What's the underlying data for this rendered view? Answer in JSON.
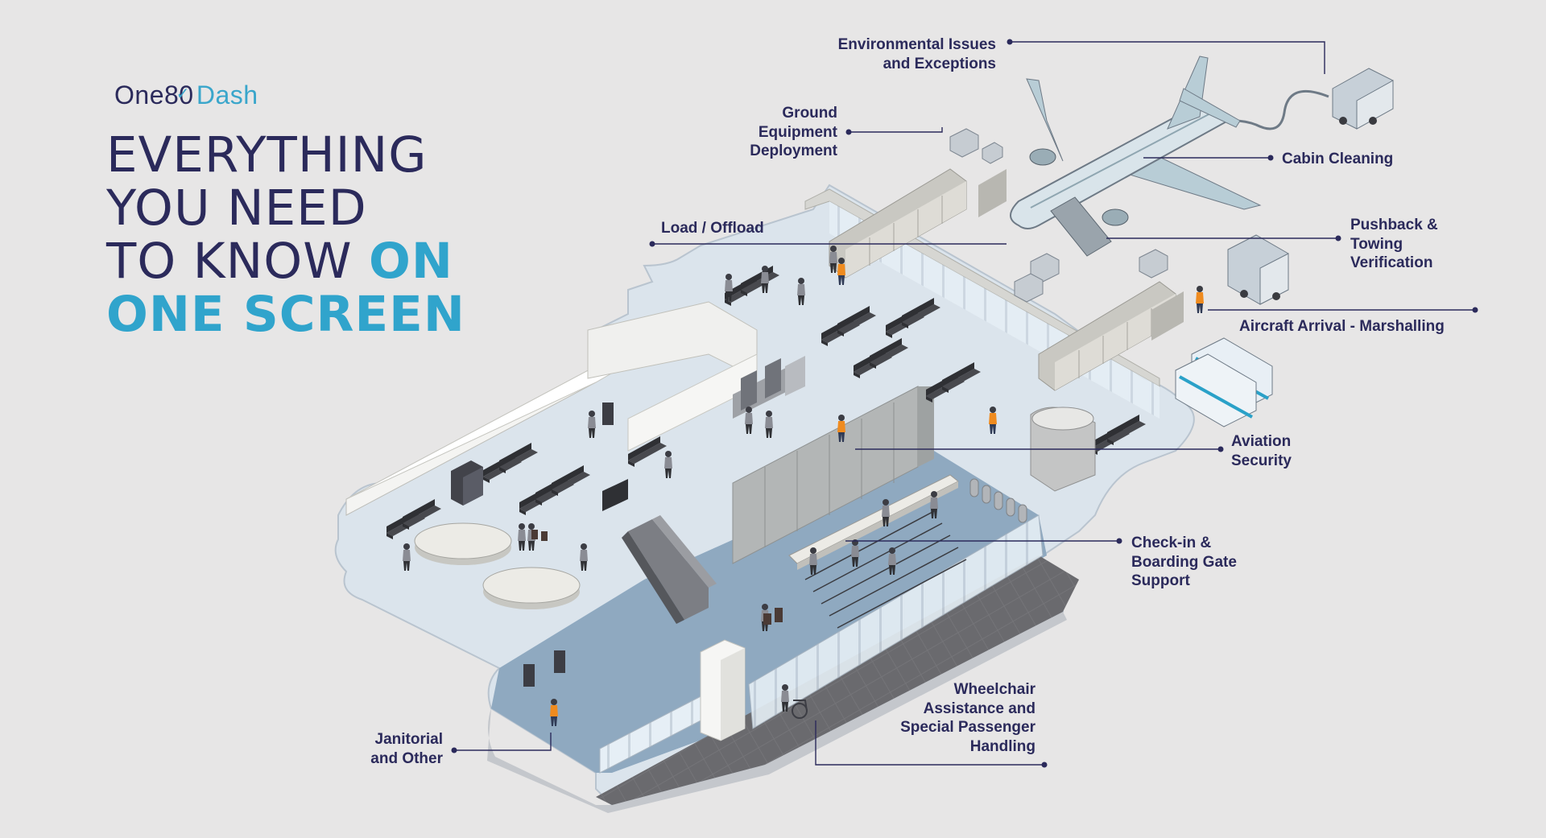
{
  "brand": {
    "part1": "One80",
    "part2": "Dash"
  },
  "headline": {
    "line1": "EVERYTHING",
    "line2": "YOU NEED",
    "line3a": "TO KNOW ",
    "line3b": "ON",
    "line4": "ONE SCREEN"
  },
  "callouts": {
    "environmental": "Environmental Issues\nand Exceptions",
    "ground_equipment": "Ground\nEquipment\nDeployment",
    "cabin_cleaning": "Cabin Cleaning",
    "load_offload": "Load / Offload",
    "pushback": "Pushback &\nTowing\nVerification",
    "marshalling": "Aircraft Arrival - Marshalling",
    "aviation_security": "Aviation\nSecurity",
    "checkin": "Check-in &\nBoarding Gate\nSupport",
    "wheelchair": "Wheelchair\nAssistance and\nSpecial Passenger\nHandling",
    "janitorial": "Janitorial\nand Other"
  },
  "colors": {
    "background": "#e7e6e6",
    "navy": "#2b2a5b",
    "accent": "#30a4cc",
    "floor": "#dbe4ec",
    "floor_dark": "#8fa9c0",
    "wall": "#f3f3f3",
    "dark_grey": "#5a5b60"
  },
  "icons": [
    "airplane",
    "truck",
    "bus",
    "seat-row",
    "escalator",
    "passenger",
    "staff",
    "wheelchair",
    "security-dog",
    "boarding-bridge"
  ]
}
